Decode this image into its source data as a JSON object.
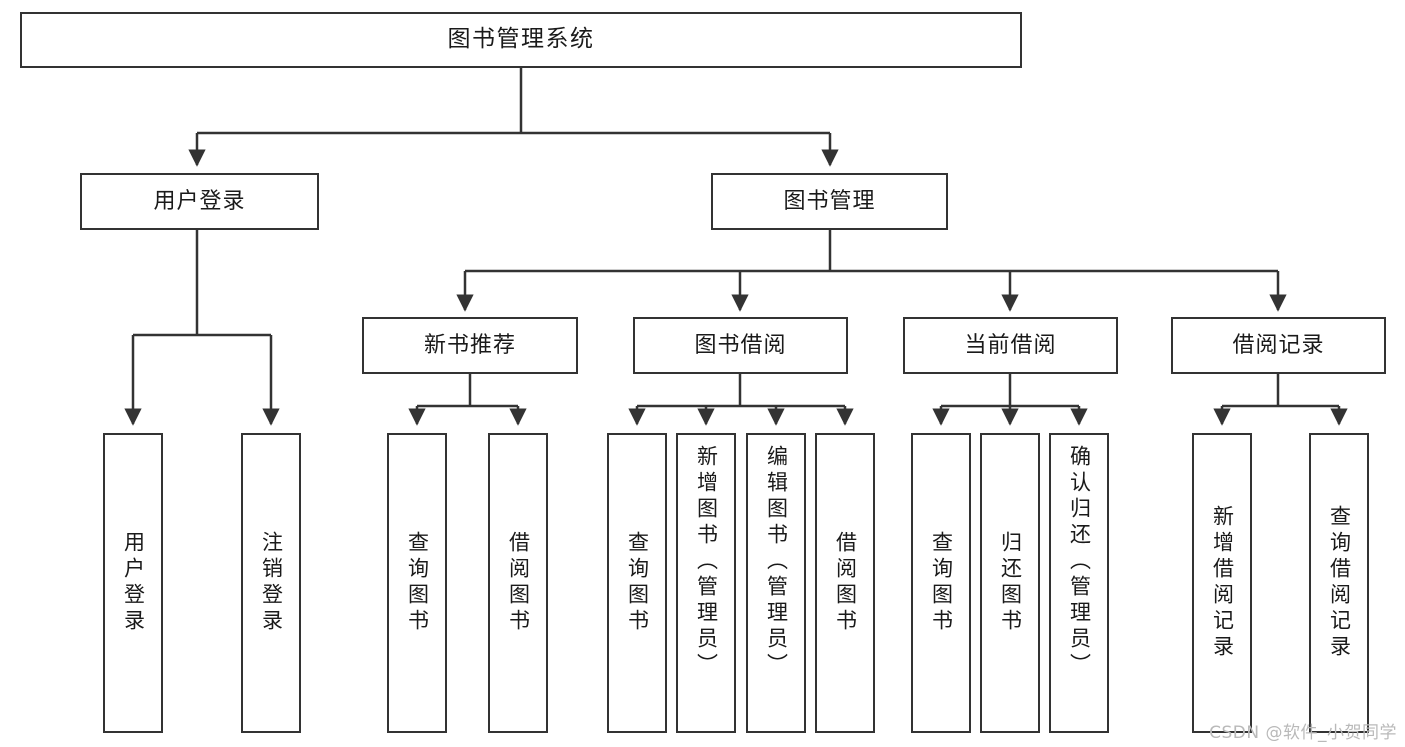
{
  "diagram": {
    "type": "tree",
    "title": "图书管理系统",
    "orientation": "top-down",
    "colors": {
      "stroke": "#333333",
      "fill": "#ffffff",
      "text": "#1a1a1a",
      "watermark": "#b9b9b9"
    },
    "nodes": {
      "root": {
        "label": "图书管理系统"
      },
      "level1": [
        {
          "id": "user-login",
          "label": "用户登录"
        },
        {
          "id": "book-manage",
          "label": "图书管理"
        }
      ],
      "level2": [
        {
          "id": "new-book-rec",
          "label": "新书推荐"
        },
        {
          "id": "book-borrow",
          "label": "图书借阅"
        },
        {
          "id": "current-borrow",
          "label": "当前借阅"
        },
        {
          "id": "borrow-record",
          "label": "借阅记录"
        }
      ],
      "leaves": {
        "user_login": [
          {
            "id": "leaf-user-login",
            "label": "用户登录"
          },
          {
            "id": "leaf-logout",
            "label": "注销登录"
          }
        ],
        "new_book_rec": [
          {
            "id": "leaf-query-book-1",
            "label": "查询图书"
          },
          {
            "id": "leaf-borrow-book-1",
            "label": "借阅图书"
          }
        ],
        "book_borrow": [
          {
            "id": "leaf-query-book-2",
            "label": "查询图书"
          },
          {
            "id": "leaf-add-book",
            "label": "新增图书（管理员）"
          },
          {
            "id": "leaf-edit-book",
            "label": "编辑图书（管理员）"
          },
          {
            "id": "leaf-borrow-book-2",
            "label": "借阅图书"
          }
        ],
        "current_borrow": [
          {
            "id": "leaf-query-book-3",
            "label": "查询图书"
          },
          {
            "id": "leaf-return-book",
            "label": "归还图书"
          },
          {
            "id": "leaf-confirm-return",
            "label": "确认归还（管理员）"
          }
        ],
        "borrow_record": [
          {
            "id": "leaf-add-record",
            "label": "新增借阅记录"
          },
          {
            "id": "leaf-query-record",
            "label": "查询借阅记录"
          }
        ]
      }
    },
    "watermark": "CSDN @软件_小贺同学"
  }
}
